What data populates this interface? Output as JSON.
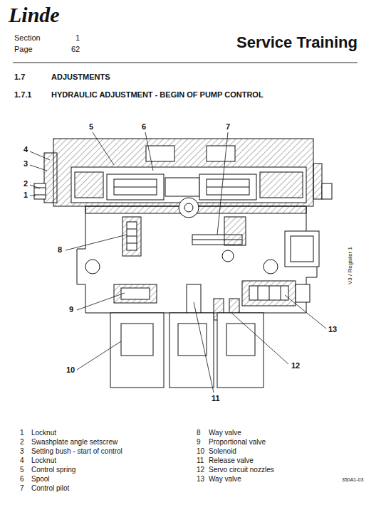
{
  "diagram": {
    "title": "Service Training",
    "labels": [
      "Linde",
      "Section",
      "1",
      "Page",
      "62",
      "1.7",
      "ADJUSTMENTS",
      "1.7.1",
      "HYDRAULIC ADJUSTMENT - BEGIN OF PUMP CONTROL",
      "5",
      "6",
      "7",
      "4",
      "3",
      "2",
      "1",
      "8",
      "9",
      "13",
      "12",
      "10",
      "11",
      "350A1-03",
      "V3 / Register 1",
      "1",
      "Locknut",
      "2",
      "Swashplate angle setscrew",
      "3",
      "Setting bush - start of control",
      "4",
      "Locknut",
      "5",
      "Control spring",
      "6",
      "Spool",
      "7",
      "Control pilot",
      "8",
      "Way valve",
      "9",
      "Proportional valve",
      "10",
      "Solenoid",
      "11",
      "Release valve",
      "12",
      "Servo circuit nozzles",
      "13",
      "Way valve"
    ]
  }
}
